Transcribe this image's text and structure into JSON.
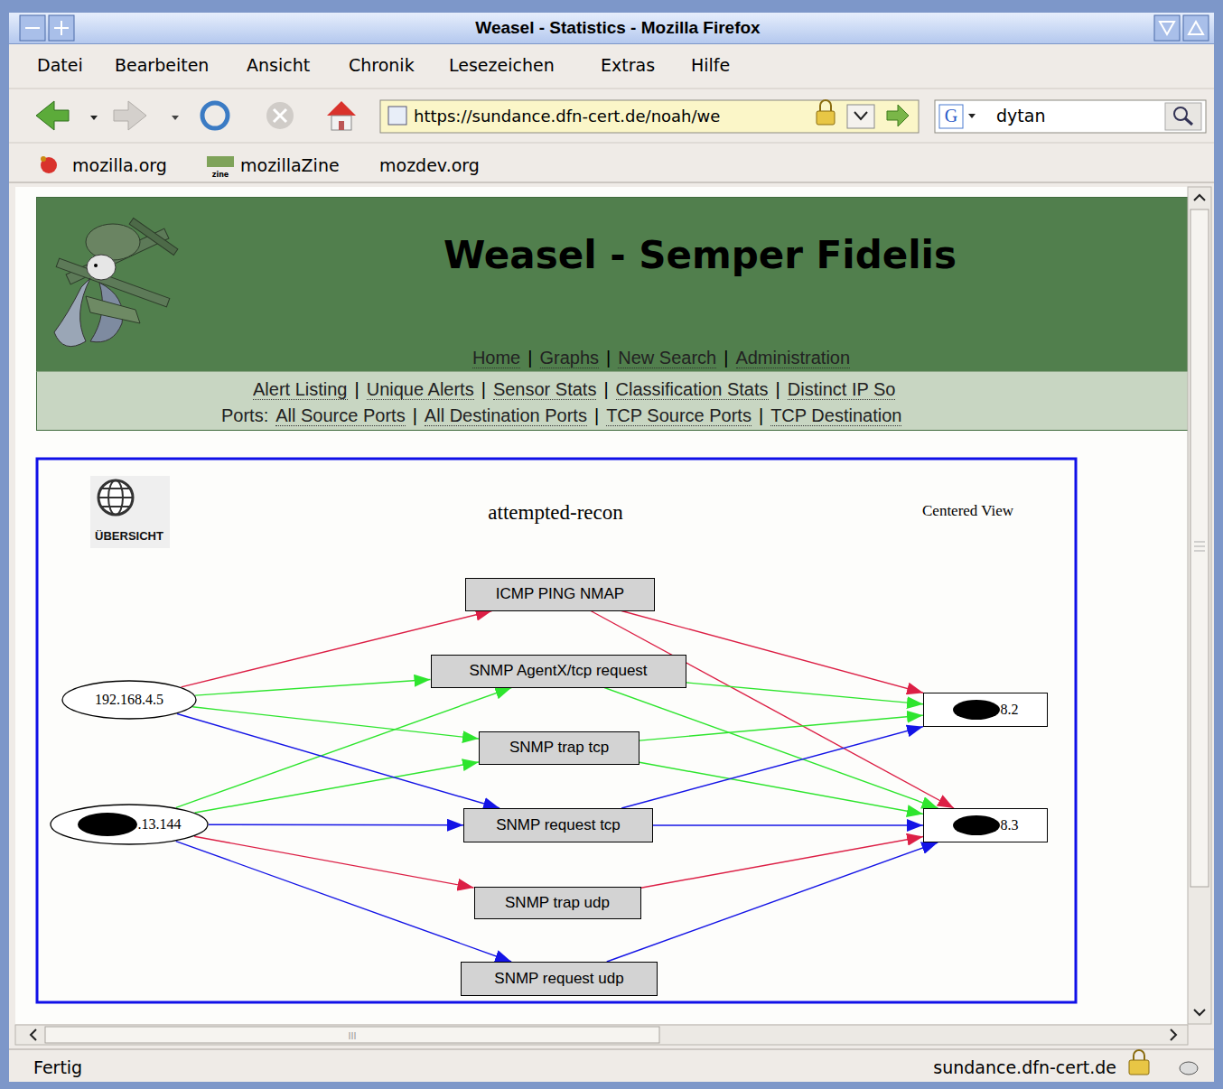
{
  "diagram": {
    "title": "attempted-recon",
    "nodes": [
      {
        "text": [
          "ICMP PING NMAP"
        ]
      },
      {
        "text": [
          "SNMP AgentX/tcp request"
        ]
      },
      {
        "text": [
          "192.168.4.5"
        ]
      },
      {
        "text": [
          "8.2"
        ]
      },
      {
        "text": [
          "SNMP trap tcp"
        ]
      },
      {
        "text": [
          ".13.144"
        ]
      },
      {
        "text": [
          "SNMP request tcp"
        ]
      },
      {
        "text": [
          "8.3"
        ]
      },
      {
        "text": [
          "SNMP trap udp"
        ]
      },
      {
        "text": [
          "SNMP request udp"
        ]
      }
    ],
    "edges": [
      {
        "from": 2,
        "to": 0,
        "arrow": "to"
      },
      {
        "from": 0,
        "to": 3,
        "arrow": "to"
      },
      {
        "from": 0,
        "to": 7,
        "arrow": "to"
      },
      {
        "from": 2,
        "to": 1,
        "arrow": "to"
      },
      {
        "from": 2,
        "to": 4,
        "arrow": "to"
      },
      {
        "from": 5,
        "to": 1,
        "arrow": "to"
      },
      {
        "from": 5,
        "to": 4,
        "arrow": "to"
      },
      {
        "from": 1,
        "to": 3,
        "arrow": "to"
      },
      {
        "from": 1,
        "to": 7,
        "arrow": "to"
      },
      {
        "from": 4,
        "to": 3,
        "arrow": "to"
      },
      {
        "from": 4,
        "to": 7,
        "arrow": "to"
      },
      {
        "from": 2,
        "to": 6,
        "arrow": "to"
      },
      {
        "from": 5,
        "to": 6,
        "arrow": "to"
      },
      {
        "from": 6,
        "to": 3,
        "arrow": "to"
      },
      {
        "from": 6,
        "to": 7,
        "arrow": "to"
      },
      {
        "from": 5,
        "to": 9,
        "arrow": "to"
      },
      {
        "from": 9,
        "to": 7,
        "arrow": "to"
      },
      {
        "from": 5,
        "to": 8,
        "arrow": "to"
      },
      {
        "from": 8,
        "to": 7,
        "arrow": "to"
      }
    ],
    "labels": [
      "Weasel - Statistics - Mozilla Firefox",
      "Datei",
      "Bearbeiten",
      "Ansicht",
      "Chronik",
      "Lesezeichen",
      "Extras",
      "Hilfe",
      "https://sundance.dfn-cert.de/noah/we",
      "G",
      "dytan",
      "mozilla.org",
      "zine",
      "mozillaZine",
      "mozdev.org",
      "Weasel - Semper Fidelis",
      "Home",
      "|",
      "Graphs",
      "|",
      "New Search",
      "|",
      "Administration",
      "Alert Listing",
      "|",
      "Unique Alerts",
      "|",
      "Sensor Stats",
      "|",
      "Classification Stats",
      "|",
      "Distinct IP So",
      "Ports:",
      "All Source Ports",
      "|",
      "All Destination Ports",
      "|",
      "TCP Source Ports",
      "|",
      "TCP Destination",
      "ÜBERSICHT",
      "Centered View",
      "III",
      "Fertig",
      "sundance.dfn-cert.de"
    ]
  }
}
